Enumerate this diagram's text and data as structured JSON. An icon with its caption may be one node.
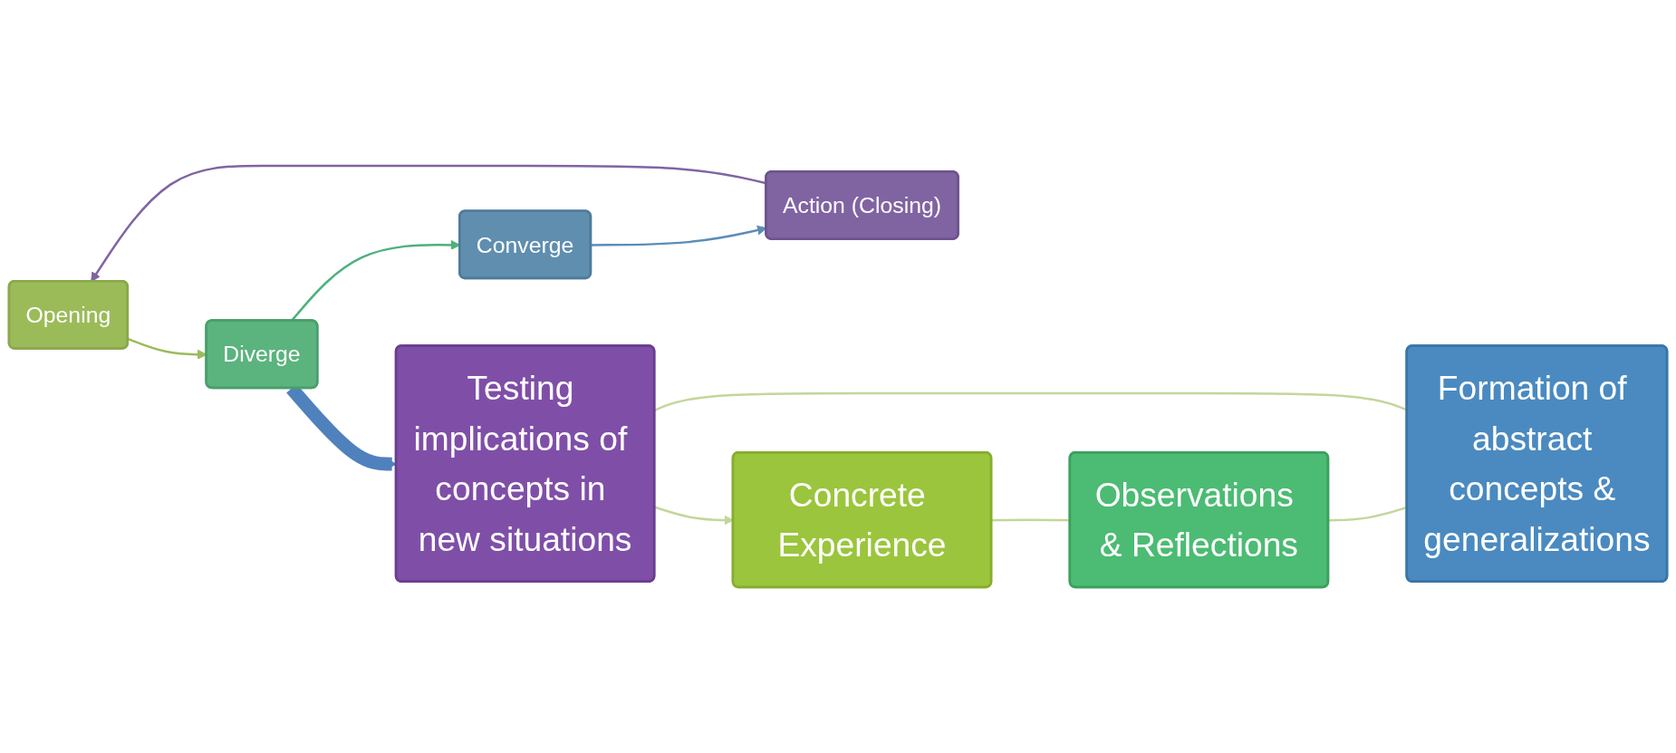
{
  "diagram": {
    "nodes": [
      {
        "text": [
          "Opening"
        ]
      },
      {
        "text": [
          "Diverge"
        ]
      },
      {
        "text": [
          "Converge"
        ]
      },
      {
        "text": [
          "Action (Closing)"
        ]
      },
      {
        "text": [
          "Concrete Experience"
        ]
      },
      {
        "text": [
          "Observations & Reflections"
        ]
      },
      {
        "text": [
          "Formation of abstract concepts & generalizations"
        ]
      },
      {
        "text": [
          "Testing implications of concepts in new situations"
        ]
      }
    ],
    "edges": [
      {
        "from": 0,
        "to": 1,
        "arrow": "to",
        "color": "#9bbb59"
      },
      {
        "from": 1,
        "to": 2,
        "arrow": "to",
        "color": "#4eb07c"
      },
      {
        "from": 2,
        "to": 3,
        "arrow": "to",
        "color": "#5b8db8"
      },
      {
        "from": 3,
        "to": 0,
        "arrow": "to",
        "color": "#8064a2"
      },
      {
        "from": 1,
        "to": 7,
        "arrow": "to",
        "style": "thick",
        "color": "#4f81bd"
      },
      {
        "from": 4,
        "to": 5,
        "arrow": "none",
        "color": "#c3d69b"
      },
      {
        "from": 5,
        "to": 6,
        "arrow": "none",
        "color": "#c3d69b"
      },
      {
        "from": 6,
        "to": 7,
        "arrow": "none",
        "color": "#c3d69b"
      },
      {
        "from": 7,
        "to": 4,
        "arrow": "to",
        "color": "#c3d69b"
      }
    ]
  }
}
